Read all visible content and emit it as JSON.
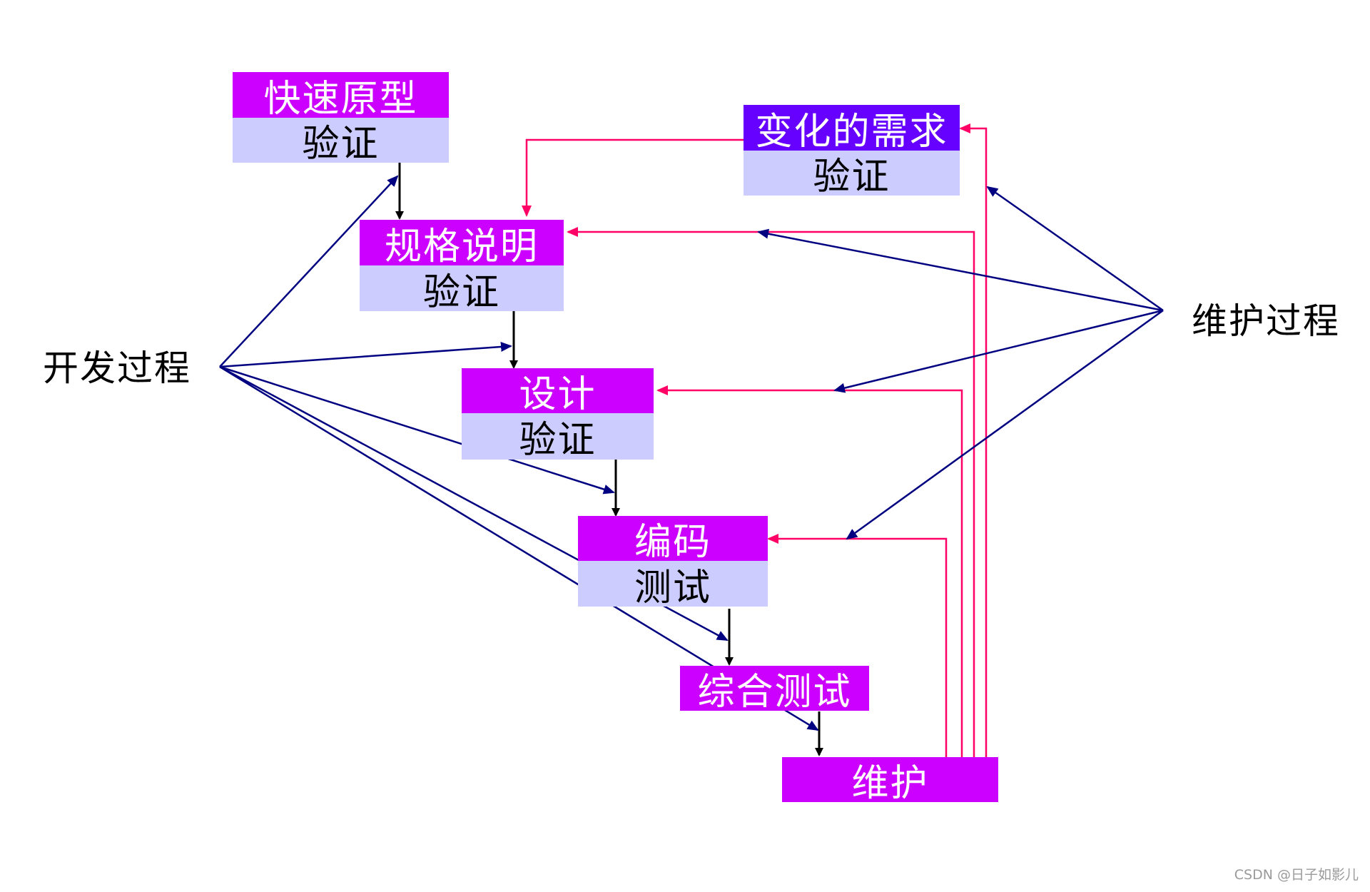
{
  "colors": {
    "box_head": "#cc00ff",
    "box_head_alt": "#6600ff",
    "box_body": "#ccccff",
    "dev_arrow": "#000080",
    "maint_arrow": "#ff0066",
    "flow_arrow": "#000000"
  },
  "labels": {
    "dev_process": "开发过程",
    "maint_process": "维护过程"
  },
  "boxes": {
    "rapid_prototype": {
      "title": "快速原型",
      "sub": "验证"
    },
    "changing_requirements": {
      "title": "变化的需求",
      "sub": "验证"
    },
    "specification": {
      "title": "规格说明",
      "sub": "验证"
    },
    "design": {
      "title": "设计",
      "sub": "验证"
    },
    "coding": {
      "title": "编码",
      "sub": "测试"
    },
    "integration_test": {
      "title": "综合测试"
    },
    "maintenance": {
      "title": "维护"
    }
  },
  "watermark": "CSDN @日子如影儿"
}
